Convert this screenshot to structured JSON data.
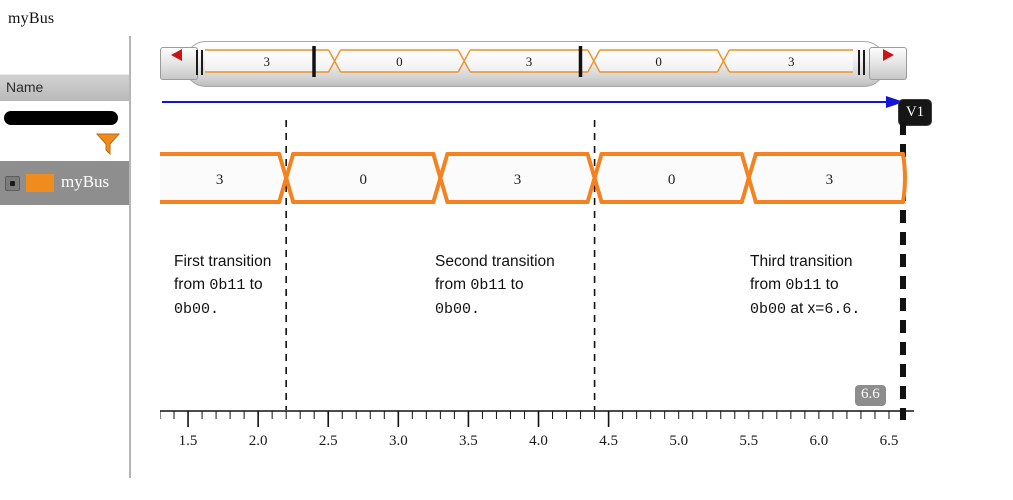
{
  "window": {
    "title": "myBus"
  },
  "signal_panel": {
    "column_header": "Name",
    "search_placeholder": "",
    "search_value": "",
    "filter_icon": "funnel-icon",
    "rows": [
      {
        "label": "myBus",
        "color": "#f08b1d",
        "expanded": false,
        "selected": true
      }
    ]
  },
  "navigator": {
    "left_button_icon": "triangle-left-icon",
    "right_button_icon": "triangle-right-icon",
    "segments": [
      {
        "value": "3"
      },
      {
        "value": "0"
      },
      {
        "value": "3"
      },
      {
        "value": "0"
      },
      {
        "value": "3"
      }
    ],
    "markers": [
      2.2,
      4.4
    ]
  },
  "annotations": {
    "arrow_label": "V1",
    "items": [
      {
        "line1": "First transition",
        "line2_pre": "from ",
        "line2_mono": "0b11",
        "line2_post": " to",
        "line3_mono": "0b00",
        "line3_post": ".",
        "at_x": 2.2
      },
      {
        "line1": "Second transition",
        "line2_pre": "from ",
        "line2_mono": "0b11",
        "line2_post": " to",
        "line3_mono": "0b00",
        "line3_post": ".",
        "at_x": 4.4
      },
      {
        "line1": "Third transition",
        "line2_pre": "from ",
        "line2_mono": "0b11",
        "line2_post": " to",
        "line3_mono": "0b00",
        "line3_post": " at x=",
        "line3_mono2": "6.6",
        "line3_end": ".",
        "at_x": 6.6
      }
    ]
  },
  "cursor": {
    "label": "6.6",
    "value": 6.6
  },
  "chart_data": {
    "type": "line",
    "title": "myBus",
    "xlabel": "",
    "ylabel": "",
    "xlim": [
      1.3,
      6.65
    ],
    "grid": false,
    "signal_name": "myBus",
    "signal_color": "#f58220",
    "tick_labels": [
      "1.5",
      "2.0",
      "2.5",
      "3.0",
      "3.5",
      "4.0",
      "4.5",
      "5.0",
      "5.5",
      "6.0",
      "6.5"
    ],
    "tick_values": [
      1.5,
      2.0,
      2.5,
      3.0,
      3.5,
      4.0,
      4.5,
      5.0,
      5.5,
      6.0,
      6.5
    ],
    "minor_tick_step": 0.1,
    "bus_segments": [
      {
        "value": "3",
        "binary": "0b11",
        "start": 1.3,
        "end": 2.2
      },
      {
        "value": "0",
        "binary": "0b00",
        "start": 2.2,
        "end": 3.3
      },
      {
        "value": "3",
        "binary": "0b11",
        "start": 3.3,
        "end": 4.4
      },
      {
        "value": "0",
        "binary": "0b00",
        "start": 4.4,
        "end": 5.5
      },
      {
        "value": "3",
        "binary": "0b11",
        "start": 5.5,
        "end": 6.6
      }
    ],
    "transition_markers": [
      2.2,
      4.4,
      6.6
    ],
    "cursor_x": 6.6
  }
}
